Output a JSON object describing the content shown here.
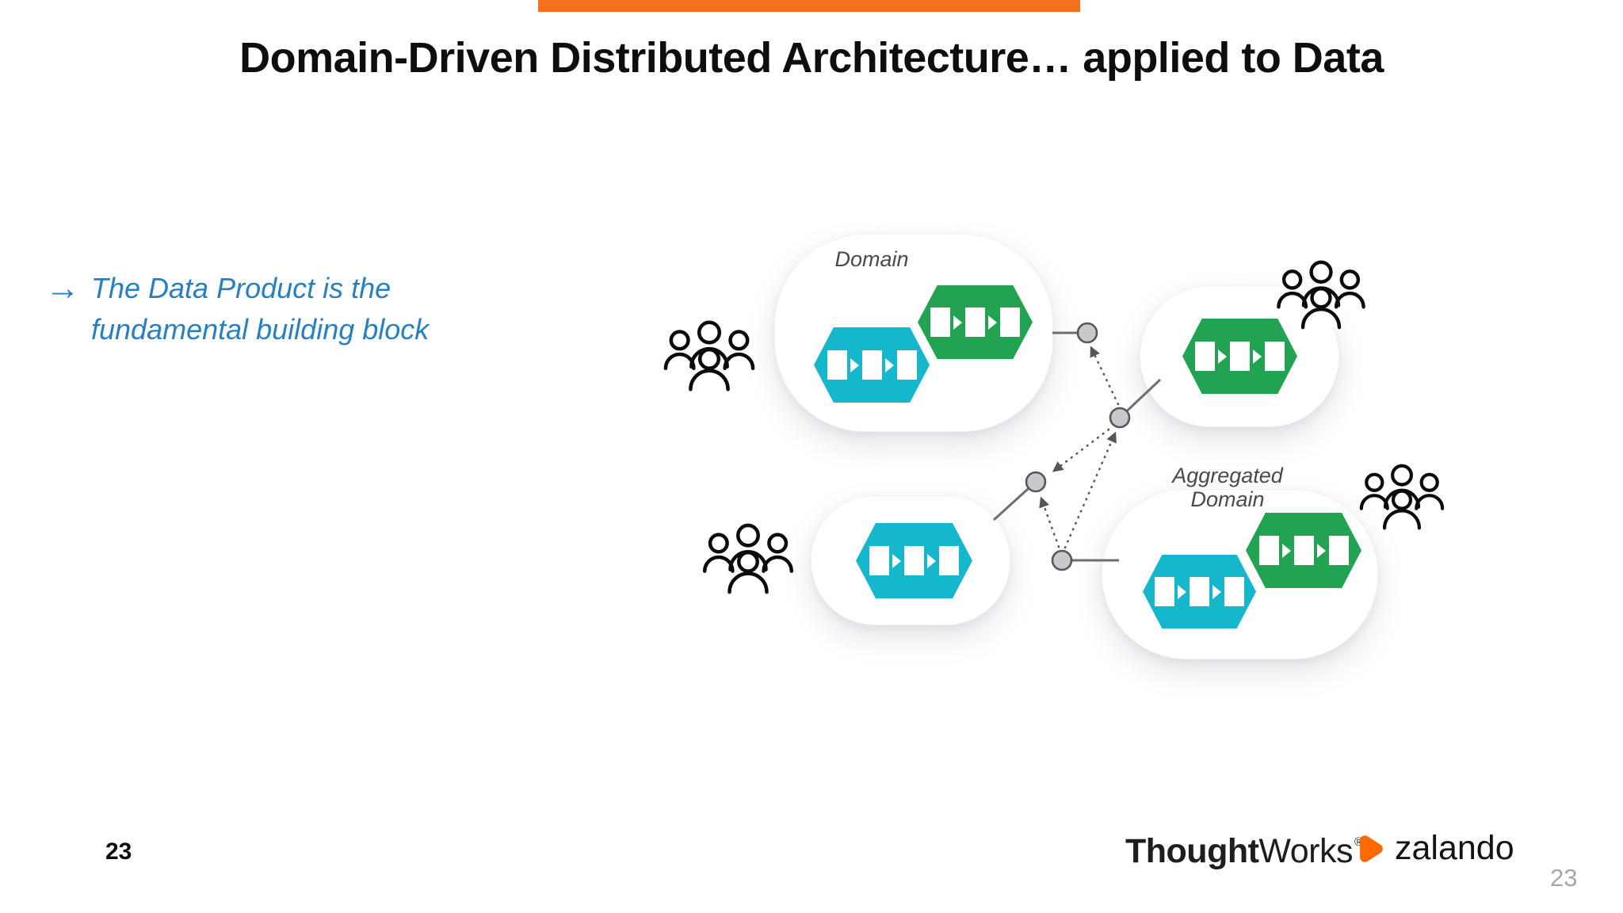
{
  "slide": {
    "title": "Domain-Driven Distributed Architecture… applied to Data",
    "page_number": "23",
    "page_number_watermark": "23"
  },
  "key_point": {
    "arrow": "→",
    "line1": "The Data Product is the",
    "line2": "fundamental building block"
  },
  "diagram": {
    "domain_label": "Domain",
    "aggregated_label_line1": "Aggregated",
    "aggregated_label_line2": "Domain"
  },
  "footer": {
    "thoughtworks_part1": "Thought",
    "thoughtworks_part2": "Works",
    "registered_mark": "®",
    "zalando_label": "zalando"
  },
  "theme": {
    "accent_orange": "#F4701F",
    "key_point_blue": "#2581C4",
    "hex_teal": "#15B7CC",
    "hex_green": "#21A351",
    "zalando_orange": "#FF6900",
    "connector_gray": "#6E6E6E",
    "node_fill": "#C9C9CD",
    "node_stroke": "#55555A",
    "label_gray": "#4A4A4A"
  }
}
